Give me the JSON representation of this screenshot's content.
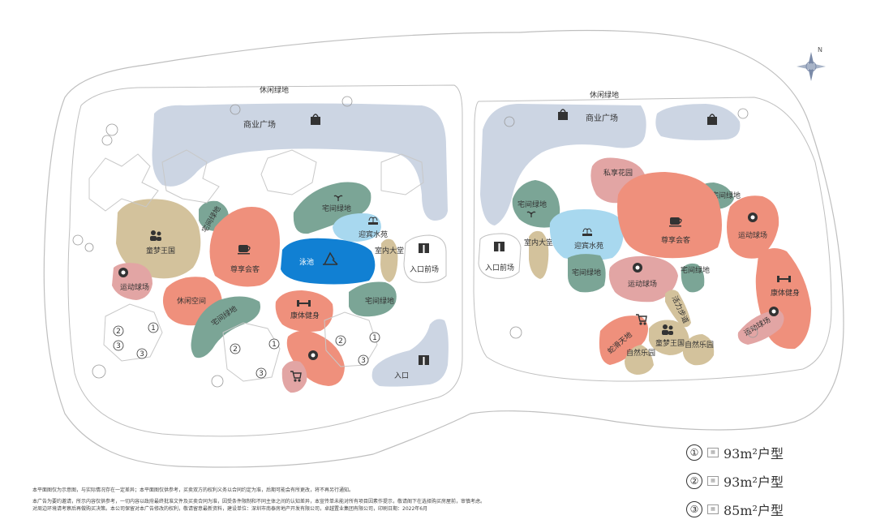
{
  "compass": {
    "north": "N"
  },
  "left_site": {
    "leisure_green": "休闲绿地",
    "commercial_plaza": "商业广场",
    "kids_kingdom": "童梦王国",
    "house_green_a": "宅间绿地",
    "club": "尊享会客",
    "house_green_b": "宅间绿地",
    "guest_water": "迎宾水苑",
    "pool": "泳池",
    "indoor_lobby": "室内大堂",
    "entrance_plaza": "入口前场",
    "sports_field": "运动球场",
    "leisure_space": "休闲空间",
    "house_green_c": "宅间绿地",
    "fitness": "康体健身",
    "house_green_d": "宅间绿地",
    "entrance": "入口"
  },
  "right_site": {
    "leisure_green": "休闲绿地",
    "commercial_plaza": "商业广场",
    "private_garden": "私享花园",
    "house_green_a": "宅间绿地",
    "house_green_b": "宅间绿地",
    "indoor_lobby": "室内大堂",
    "guest_water": "迎宾水苑",
    "club": "尊享会客",
    "sports_field_a": "运动球场",
    "entrance_plaza": "入口前场",
    "house_green_c": "宅间绿地",
    "sports_field_b": "运动球场",
    "house_green_d": "宅间绿地",
    "fitness": "康体健身",
    "vitality_steps": "活力步道",
    "slide_land": "蛇滑天地",
    "kids_kingdom": "童梦王国",
    "nature_park_a": "自然乐园",
    "nature_park_b": "自然乐园",
    "sports_field_c": "运动球场"
  },
  "unit_numbers": [
    "1",
    "2",
    "3"
  ],
  "legend": [
    {
      "num": "①",
      "text": "93m²户型"
    },
    {
      "num": "②",
      "text": "93m²户型"
    },
    {
      "num": "③",
      "text": "85m²户型"
    }
  ],
  "disclaimer": {
    "line1": "本平面图仅为示意图，与实际情况存在一定差异；本平面图仅供参考，买卖双方的权利义务以合同约定为准，后期可能会有所更改，将不再另行通知。",
    "line2": "本广告为要约邀请，所示内容仅供参考，一切内容以政府最终批准文件及买卖合同为准，因受条件限制和不同主体之间的认知差异，本宣传单未能对所有项目因素作提示，敬请阁下在选择购买房屋前，审慎考虑。对周边环境请考察后再做购买决策。本公司保留对本广告修改的权利，敬请留意最新资料，建设单位：深圳市南泰房地产开发有限公司，卓越置业集团有限公司，印刷日期：2022年6月"
  },
  "colors": {
    "blue_grey": "#ccd5e3",
    "teal": "#7ba596",
    "salmon": "#ef907c",
    "pink": "#e2a5a4",
    "tan": "#d3c29c",
    "pool_blue": "#1180d3",
    "light_blue": "#a8d8ef",
    "outline": "#bfbfbf"
  }
}
